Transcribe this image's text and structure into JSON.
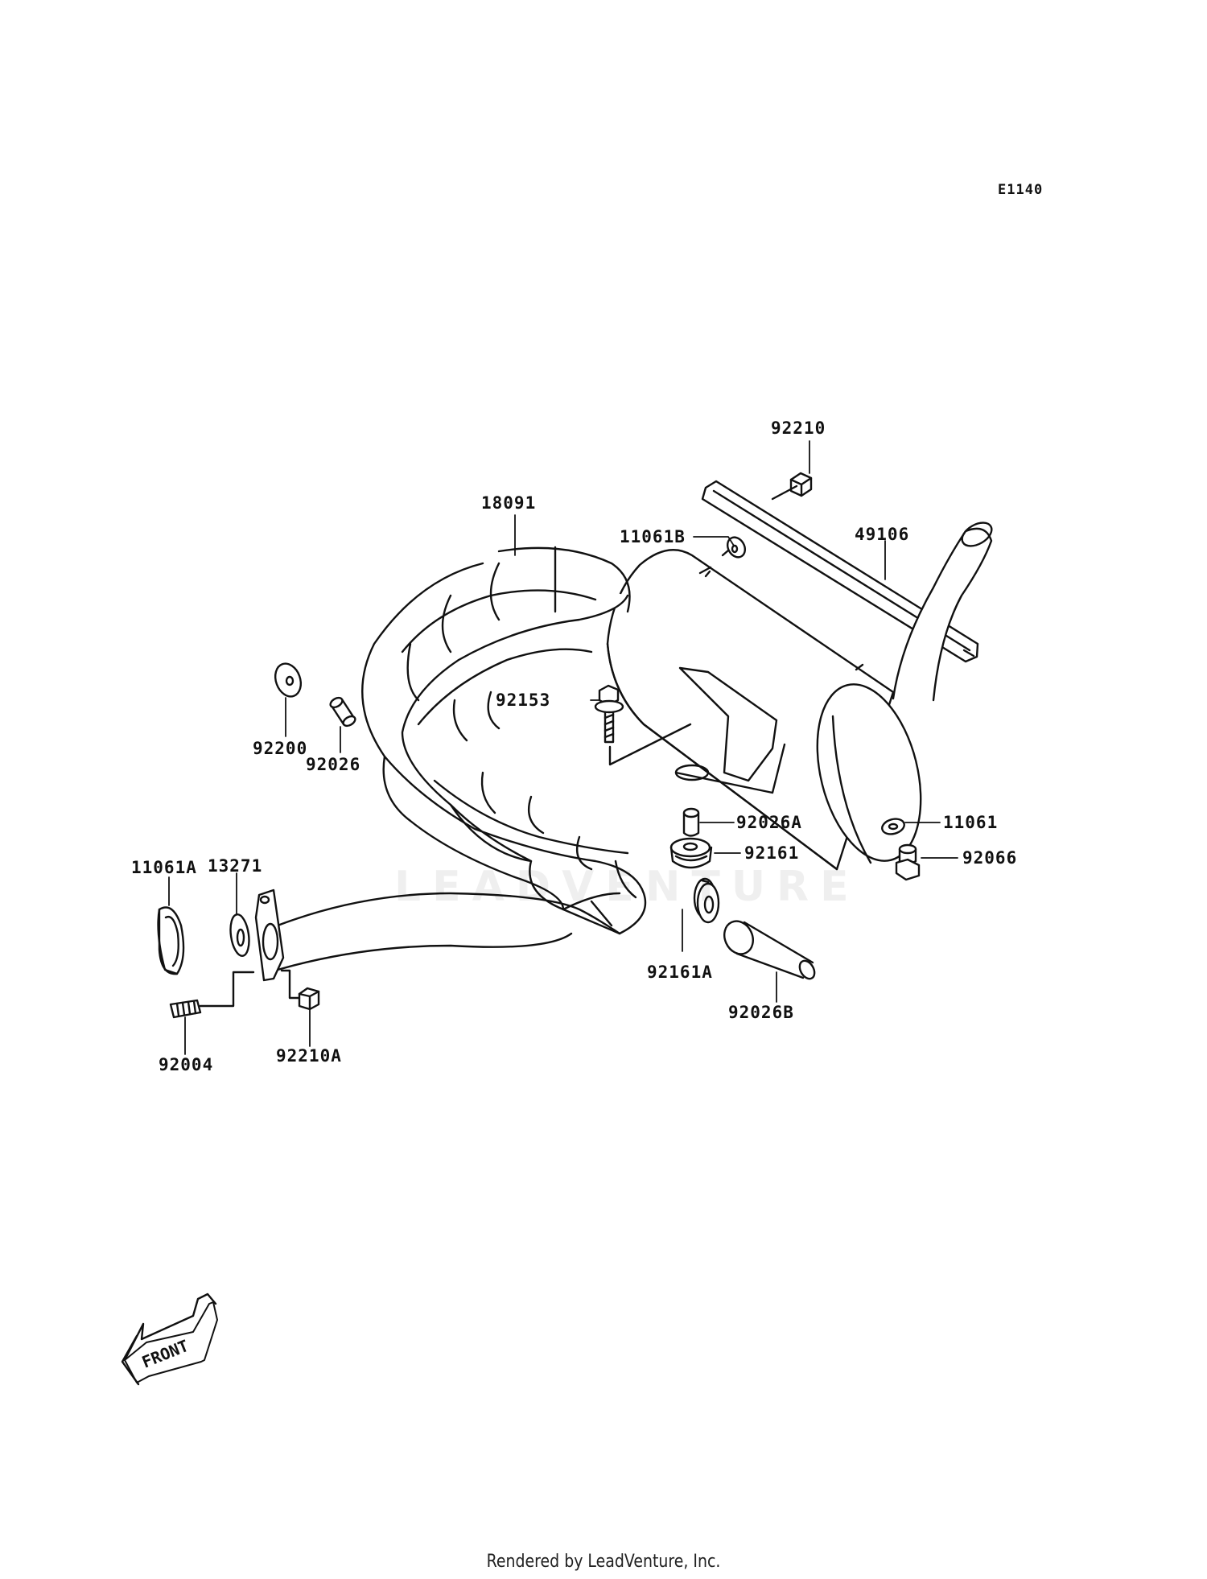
{
  "diagram_code": "E1140",
  "watermark": "LEADVENTURE",
  "front_label": "FRONT",
  "footer": "Rendered by LeadVenture, Inc.",
  "parts": {
    "p92210": "92210",
    "p18091": "18091",
    "p11061B": "11061B",
    "p49106": "49106",
    "p92153": "92153",
    "p92200": "92200",
    "p92026": "92026",
    "p92026A": "92026A",
    "p92161": "92161",
    "p11061": "11061",
    "p92066": "92066",
    "p11061A": "11061A",
    "p13271": "13271",
    "p92161A": "92161A",
    "p92026B": "92026B",
    "p92004": "92004",
    "p92210A": "92210A"
  }
}
